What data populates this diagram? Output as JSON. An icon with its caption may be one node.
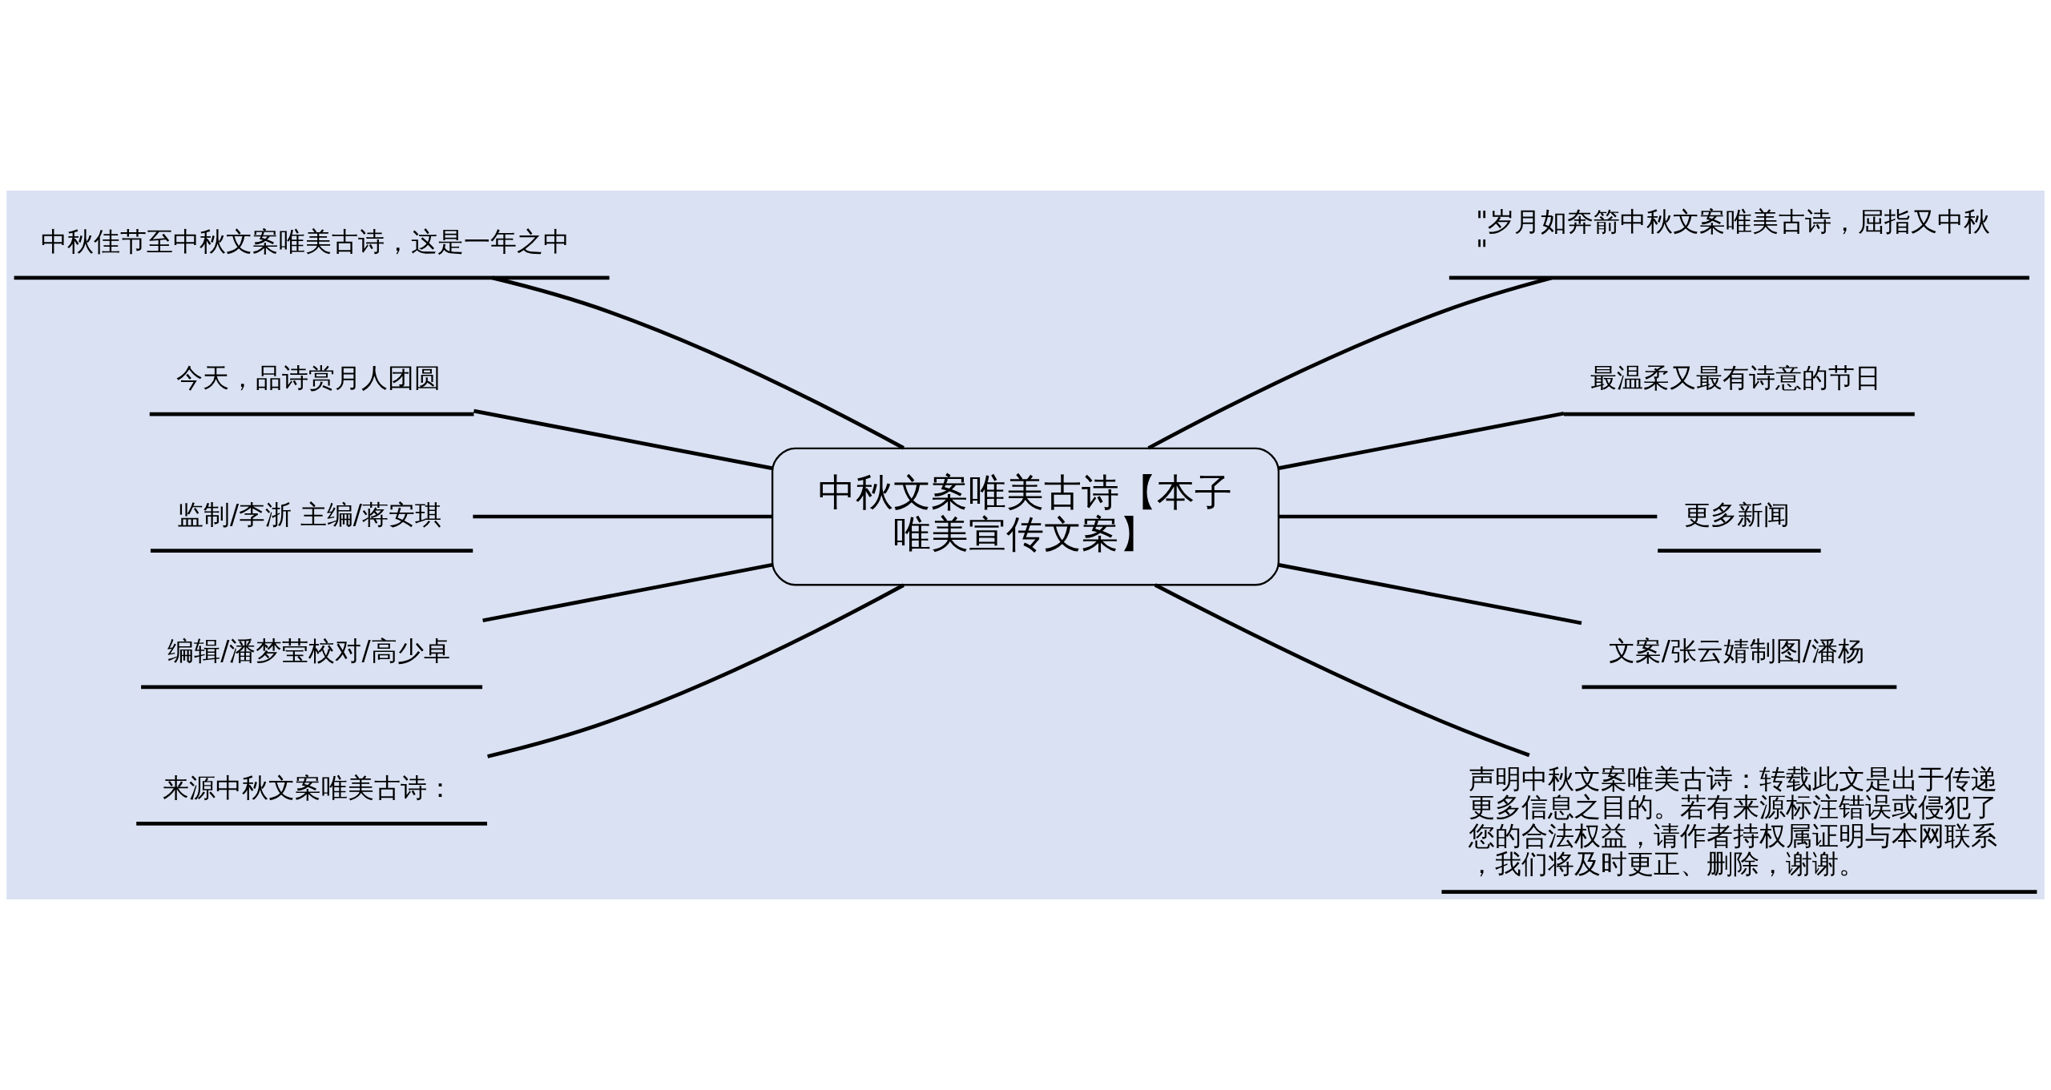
{
  "diagram": {
    "nodes": [
      {
        "text": [
          "中秋文案唯美古诗【本子唯美宣传文案】"
        ]
      },
      {
        "text": [
          "中秋佳节至中秋文案唯美古诗，这是一年之中"
        ]
      },
      {
        "text": [
          "今天，品诗赏月人团圆"
        ]
      },
      {
        "text": [
          "监制/李浙 主编/蒋安琪"
        ]
      },
      {
        "text": [
          "编辑/潘梦莹校对/高少卓"
        ]
      },
      {
        "text": [
          "来源中秋文案唯美古诗："
        ]
      },
      {
        "text": [
          "\"岁月如奔箭中秋文案唯美古诗，屈指又中秋\""
        ]
      },
      {
        "text": [
          "最温柔又最有诗意的节日"
        ]
      },
      {
        "text": [
          "更多新闻"
        ]
      },
      {
        "text": [
          "文案/张云婧制图/潘杨"
        ]
      },
      {
        "text": [
          "声明中秋文案唯美古诗：转载此文是出于传递更多信息之目的。若有来源标注错误或侵犯了您的合法权益，请作者持权属证明与本网联系，我们将及时更正、删除，谢谢。"
        ]
      }
    ],
    "edges": [
      {
        "from": 1,
        "to": 0,
        "arrow": "none"
      },
      {
        "from": 2,
        "to": 0,
        "arrow": "none"
      },
      {
        "from": 3,
        "to": 0,
        "arrow": "none"
      },
      {
        "from": 4,
        "to": 0,
        "arrow": "none"
      },
      {
        "from": 5,
        "to": 0,
        "arrow": "none"
      },
      {
        "from": 0,
        "to": 6,
        "arrow": "none"
      },
      {
        "from": 0,
        "to": 7,
        "arrow": "none"
      },
      {
        "from": 0,
        "to": 8,
        "arrow": "none"
      },
      {
        "from": 0,
        "to": 9,
        "arrow": "none"
      },
      {
        "from": 0,
        "to": 10,
        "arrow": "none"
      }
    ]
  }
}
